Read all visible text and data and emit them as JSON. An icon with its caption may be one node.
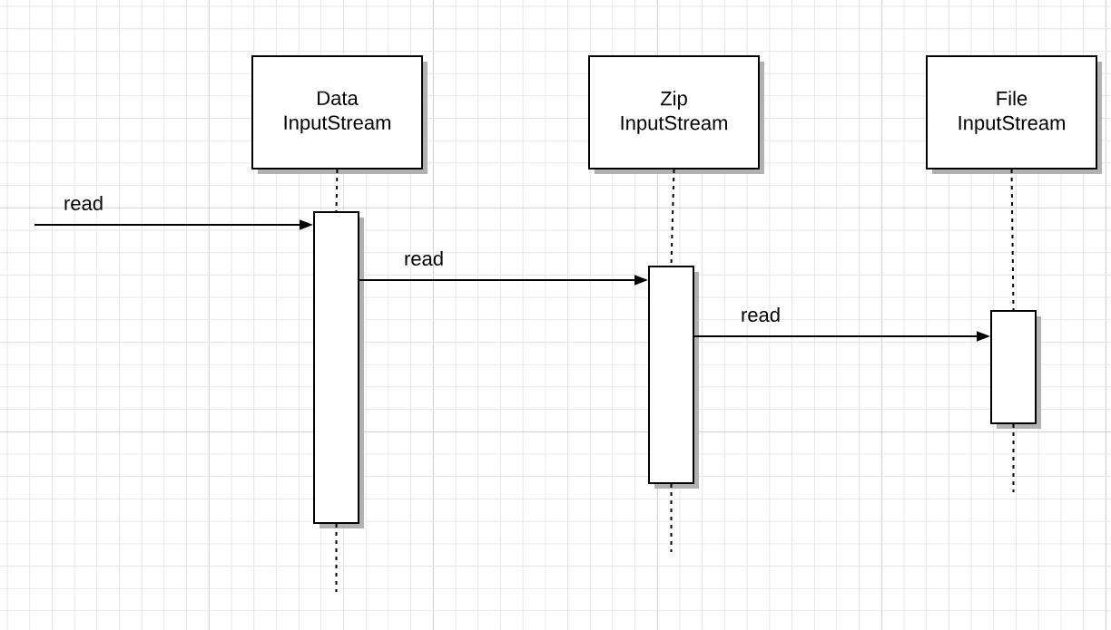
{
  "diagram": {
    "nodes": [
      {
        "text": [
          "Data InputStream"
        ]
      },
      {
        "text": [
          "Zip InputStream"
        ]
      },
      {
        "text": [
          "File InputStream"
        ]
      },
      {
        "text": [],
        "shape": "bar"
      },
      {
        "text": [],
        "shape": "bar"
      },
      {
        "text": [],
        "shape": "bar"
      }
    ],
    "edges": [
      {
        "from": 0,
        "to": 3,
        "arrow": "none",
        "style": "dashed"
      },
      {
        "from": 1,
        "to": 4,
        "arrow": "none",
        "style": "dashed"
      },
      {
        "from": 2,
        "to": 5,
        "arrow": "none",
        "style": "dashed"
      },
      {
        "from": null,
        "to": 3,
        "arrow": "to",
        "label": "read"
      },
      {
        "from": 3,
        "to": 4,
        "arrow": "to",
        "label": "read"
      },
      {
        "from": 4,
        "to": 5,
        "arrow": "to",
        "label": "read"
      }
    ]
  }
}
